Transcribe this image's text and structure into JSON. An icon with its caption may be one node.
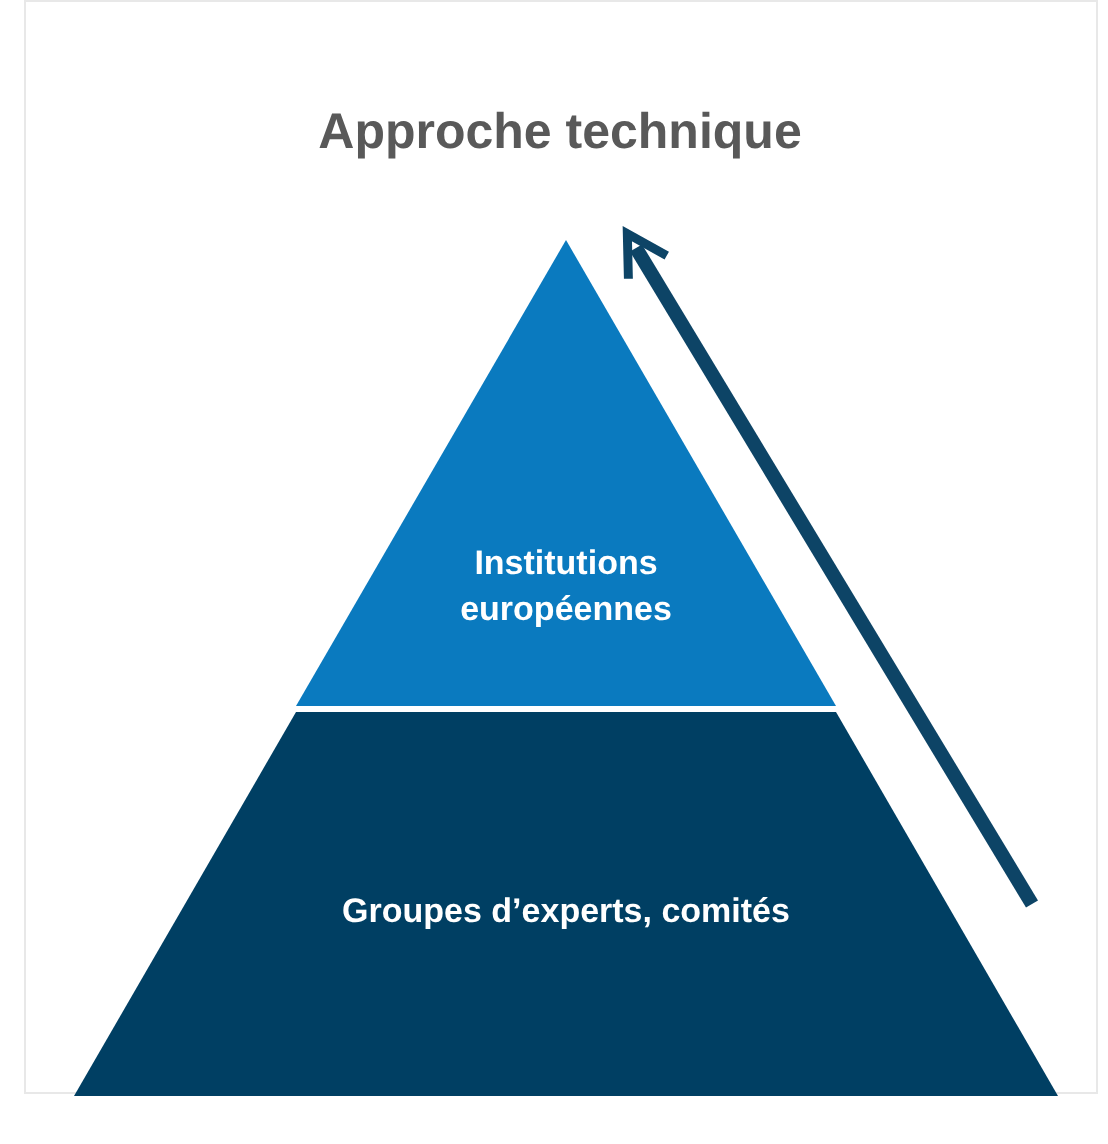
{
  "diagram": {
    "title": "Approche technique",
    "nodes": [
      {
        "text": [
          "Institutions européennes"
        ]
      },
      {
        "text": [
          "Groupes d’experts, comités"
        ]
      }
    ]
  }
}
